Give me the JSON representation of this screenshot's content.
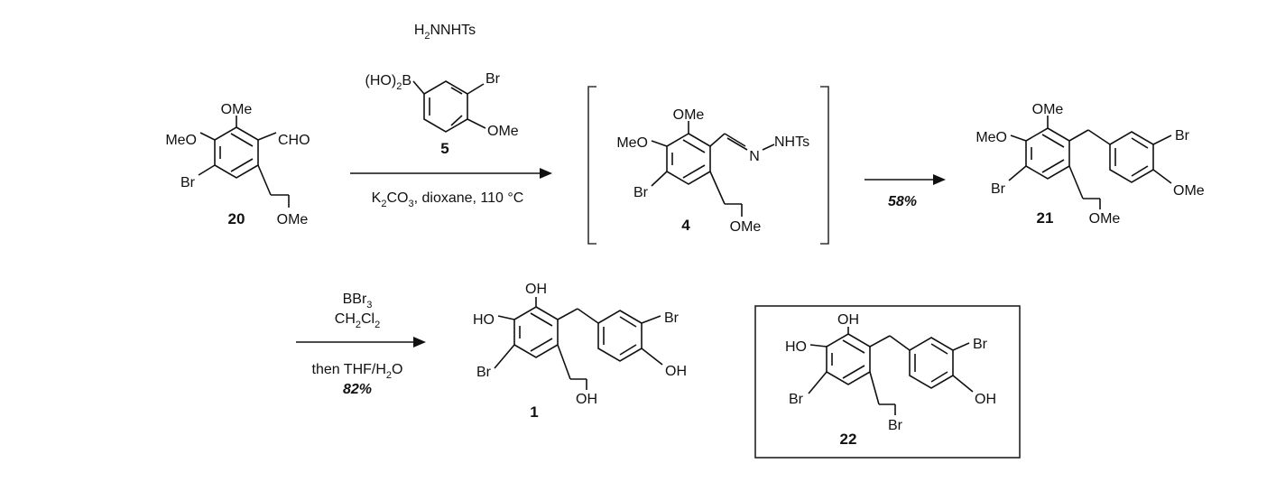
{
  "step1": {
    "reagent_top_base": "H",
    "reagent_top_sub": "2",
    "reagent_top_rest": "NNHTs",
    "boronic_prefix": "(HO)",
    "boronic_sub": "2",
    "boronic_suffix": "B",
    "boronic_br": "Br",
    "boronic_ome": "OMe",
    "boronic_label": "5",
    "cond_k": "K",
    "cond_sub2": "2",
    "cond_co": "CO",
    "cond_sub3": "3",
    "cond_rest": ", dioxane, 110 °C"
  },
  "cpd20": {
    "ome_top": "OMe",
    "meo": "MeO",
    "cho": "CHO",
    "br": "Br",
    "ome_side": "OMe",
    "label": "20"
  },
  "cpd4": {
    "ome_top": "OMe",
    "meo": "MeO",
    "n": "N",
    "nhts": "NHTs",
    "br": "Br",
    "ome_side": "OMe",
    "label": "4"
  },
  "step2": {
    "yield": "58%"
  },
  "cpd21": {
    "ome_top": "OMe",
    "meo": "MeO",
    "br_right": "Br",
    "ome_right": "OMe",
    "br_left": "Br",
    "ome_side": "OMe",
    "label": "21"
  },
  "step3": {
    "bbr": "BBr",
    "bbr_sub": "3",
    "ch": "CH",
    "ch_sub": "2",
    "cl": "Cl",
    "cl_sub": "2",
    "then": "then THF/H",
    "then_sub": "2",
    "then_o": "O",
    "yield": "82%"
  },
  "cpd1": {
    "oh_top": "OH",
    "ho": "HO",
    "br_right": "Br",
    "oh_right": "OH",
    "br_left": "Br",
    "oh_side": "OH",
    "label": "1"
  },
  "cpd22": {
    "oh_top": "OH",
    "ho": "HO",
    "br_right": "Br",
    "oh_right": "OH",
    "br_left": "Br",
    "br_side": "Br",
    "label": "22"
  }
}
